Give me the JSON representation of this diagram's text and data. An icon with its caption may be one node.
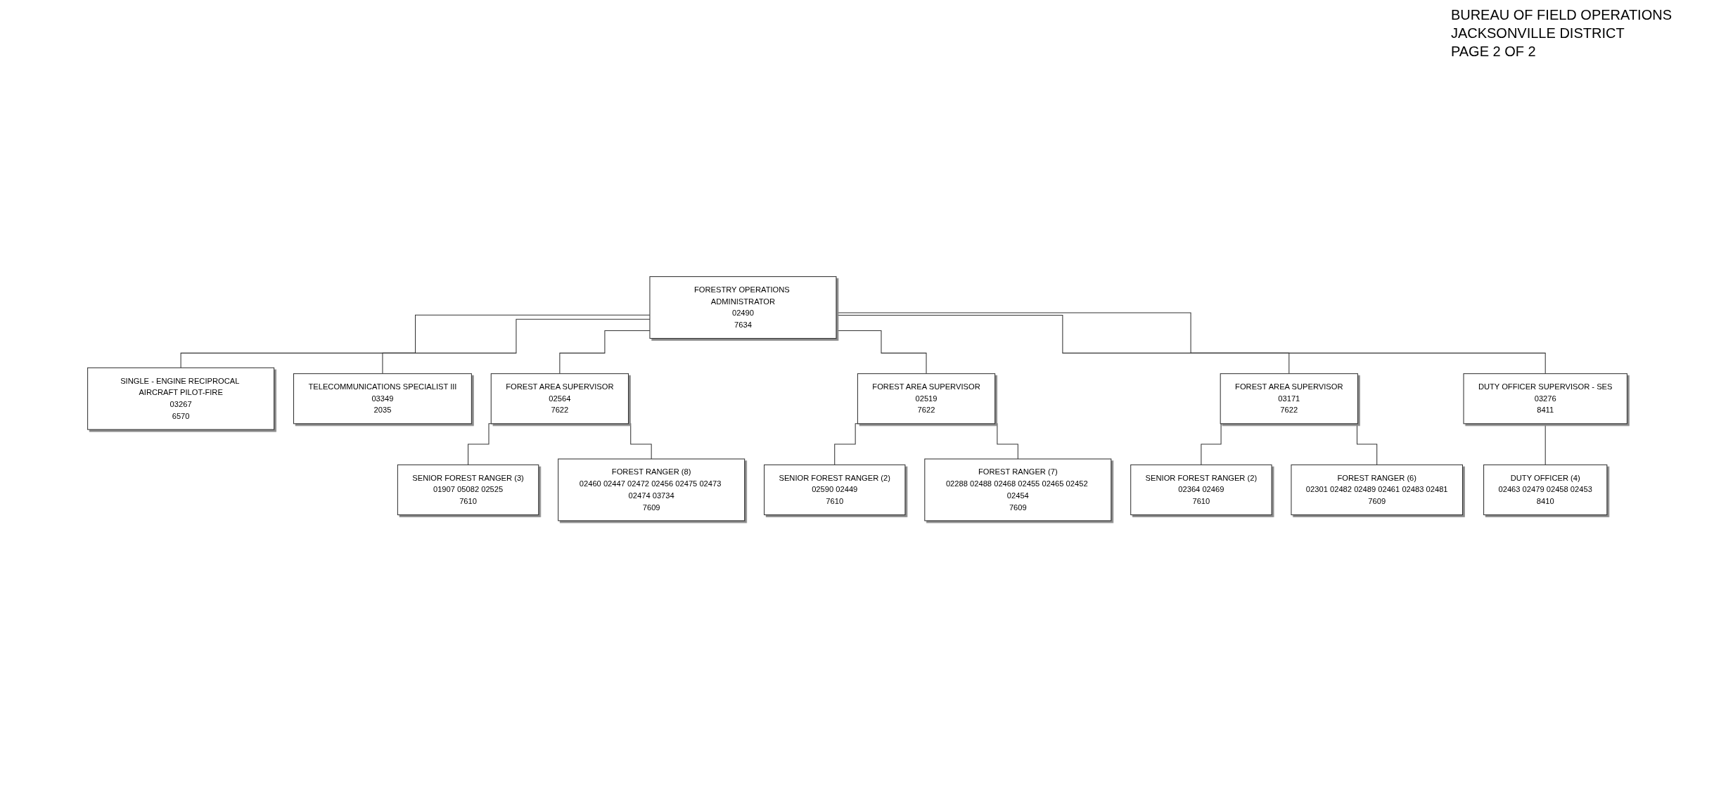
{
  "diagram": {
    "nodes": [
      {
        "text": [
          "FORESTRY OPERATIONS ADMINISTRATOR",
          "02490",
          "7634"
        ]
      },
      {
        "text": [
          "SINGLE - ENGINE RECIPROCAL AIRCRAFT PILOT-FIRE",
          "03267",
          "6570"
        ]
      },
      {
        "text": [
          "TELECOMMUNICATIONS SPECIALIST III",
          "03349",
          "2035"
        ]
      },
      {
        "text": [
          "FOREST AREA SUPERVISOR",
          "02564",
          "7622"
        ]
      },
      {
        "text": [
          "FOREST AREA SUPERVISOR",
          "02519",
          "7622"
        ]
      },
      {
        "text": [
          "FOREST AREA SUPERVISOR",
          "03171",
          "7622"
        ]
      },
      {
        "text": [
          "DUTY OFFICER SUPERVISOR - SES",
          "03276",
          "8411"
        ]
      },
      {
        "text": [
          "SENIOR FOREST RANGER (3)",
          "01907 05082 02525",
          "7610"
        ]
      },
      {
        "text": [
          "SENIOR FOREST RANGER (2)",
          "02590 02449",
          "7610"
        ]
      },
      {
        "text": [
          "SENIOR FOREST RANGER (2)",
          "02364 02469",
          "7610"
        ]
      },
      {
        "text": [
          "DUTY OFFICER (4)",
          "02463 02479 02458 02453",
          "8410"
        ]
      },
      {
        "text": [
          "FOREST RANGER (8)",
          "02460 02447 02472 02456 02475 02473 02474 03734",
          "7609"
        ]
      },
      {
        "text": [
          "FOREST RANGER (7)",
          "02288 02488 02468 02455 02465 02452 02454",
          "7609"
        ]
      },
      {
        "text": [
          "FOREST RANGER (6)",
          "02301 02482 02489 02461 02483 02481",
          "7609"
        ]
      }
    ],
    "edges": [
      {
        "from": 0,
        "to": 1,
        "arrow": "none"
      },
      {
        "from": 0,
        "to": 2,
        "arrow": "none"
      },
      {
        "from": 0,
        "to": 3,
        "arrow": "none"
      },
      {
        "from": 0,
        "to": 4,
        "arrow": "none"
      },
      {
        "from": 0,
        "to": 5,
        "arrow": "none"
      },
      {
        "from": 0,
        "to": 6,
        "arrow": "none"
      },
      {
        "from": 3,
        "to": 7,
        "arrow": "none"
      },
      {
        "from": 3,
        "to": 11,
        "arrow": "none"
      },
      {
        "from": 4,
        "to": 8,
        "arrow": "none"
      },
      {
        "from": 4,
        "to": 12,
        "arrow": "none"
      },
      {
        "from": 5,
        "to": 9,
        "arrow": "none"
      },
      {
        "from": 5,
        "to": 13,
        "arrow": "none"
      },
      {
        "from": 6,
        "to": 10,
        "arrow": "none"
      }
    ],
    "labels": [
      "BUREAU OF FIELD OPERATIONS",
      "JACKSONVILLE DISTRICT",
      "PAGE 2 OF 2"
    ]
  }
}
